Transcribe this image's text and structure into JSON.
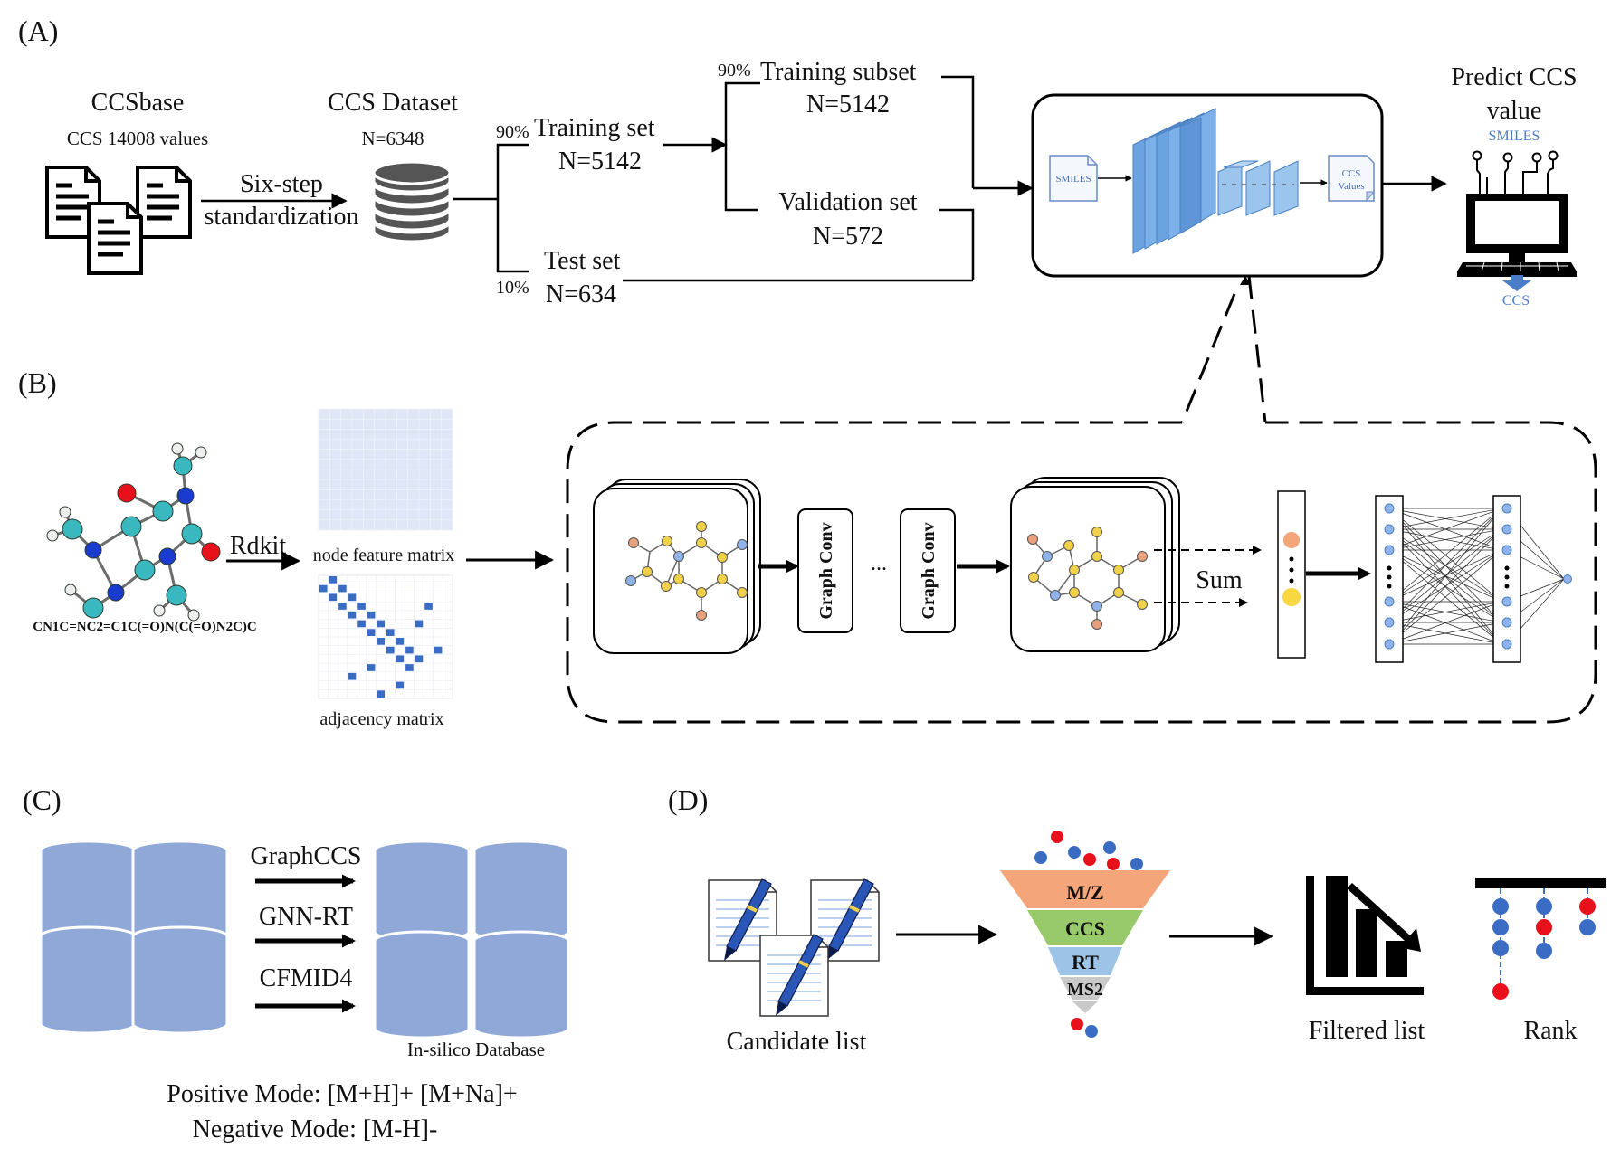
{
  "panels": {
    "a": {
      "label": "(A)"
    },
    "b": {
      "label": "(B)"
    },
    "c": {
      "label": "(C)"
    },
    "d": {
      "label": "(D)"
    }
  },
  "a": {
    "ccsbase_title": "CCSbase",
    "ccsbase_values": "CCS 14008 values",
    "standardization_line1": "Six-step",
    "standardization_line2": "standardization",
    "dataset_title": "CCS Dataset",
    "dataset_n": "N=6348",
    "training_pct": "90%",
    "training_label": "Training set",
    "training_n": "N=5142",
    "test_pct": "10%",
    "test_label": "Test set",
    "test_n": "N=634",
    "subset_pct": "90%",
    "subset_label": "Training subset",
    "subset_n": "N=5142",
    "validation_label": "Validation set",
    "validation_n": "N=572",
    "model_input": "SMILES",
    "model_output_line1": "CCS",
    "model_output_line2": "Values",
    "predict_line1": "Predict CCS",
    "predict_line2": "value",
    "computer_input": "SMILES",
    "computer_output": "CCS"
  },
  "b": {
    "smiles": "CN1C=NC2=C1C(=O)N(C(=O)N2C)C",
    "rdkit": "Rdkit",
    "node_matrix": "node feature matrix",
    "adjacency_matrix": "adjacency matrix",
    "graph_conv_1": "Graph Conv",
    "graph_conv_2": "Graph Conv",
    "ellipsis": "...",
    "sum": "Sum"
  },
  "c": {
    "tool_1": "GraphCCS",
    "tool_2": "GNN-RT",
    "tool_3": "CFMID4",
    "database": "In-silico Database",
    "positive_mode": "Positive Mode: [M+H]+ [M+Na]+",
    "negative_mode": "Negative Mode: [M-H]-"
  },
  "d": {
    "candidate_list": "Candidate list",
    "funnel_1": "M/Z",
    "funnel_2": "CCS",
    "funnel_3": "RT",
    "funnel_4": "MS2",
    "filtered_list": "Filtered list",
    "rank": "Rank"
  },
  "colors": {
    "blue_light": "#8fa8d8",
    "blue_dark": "#3b6cc4",
    "nn_blue": "#6aa3e0",
    "red": "#e8101a",
    "funnel_orange": "#f4a57a",
    "funnel_green": "#98c96a",
    "funnel_blue": "#9dc3e6",
    "funnel_gray": "#c9c9c9",
    "node_yellow": "#f2d14a",
    "node_orange": "#e8a07a",
    "node_blue": "#8fb3e8"
  }
}
